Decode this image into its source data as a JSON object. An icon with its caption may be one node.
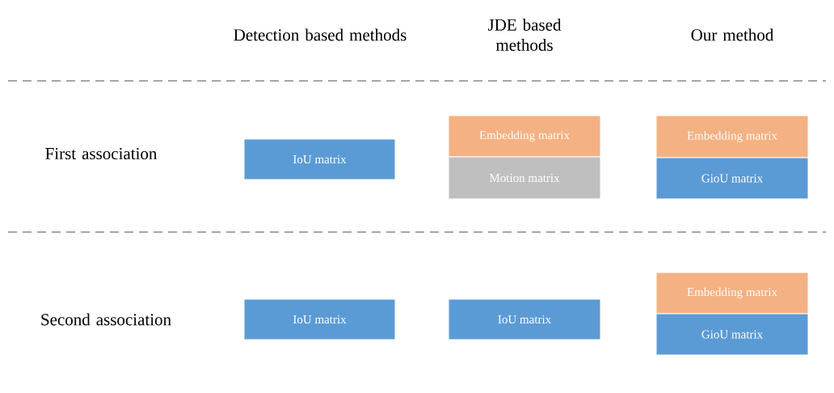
{
  "diagram": {
    "nodes": [
      {
        "text": [
          "IoU matrix"
        ]
      },
      {
        "text": [
          "Embedding matrix"
        ]
      },
      {
        "text": [
          "Motion matrix"
        ]
      },
      {
        "text": [
          "Embedding matrix"
        ]
      },
      {
        "text": [
          "GioU matrix"
        ]
      },
      {
        "text": [
          "IoU matrix"
        ]
      },
      {
        "text": [
          "IoU matrix"
        ]
      },
      {
        "text": [
          "Embedding matrix"
        ]
      },
      {
        "text": [
          "GioU matrix"
        ]
      }
    ],
    "labels": [
      "Detection based methods",
      "JDE based methods",
      "Our method",
      "First association",
      "Second association"
    ]
  }
}
